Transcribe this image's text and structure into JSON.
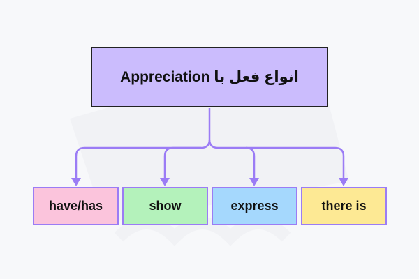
{
  "title": "انواع فعل با Appreciation",
  "children": [
    {
      "label": "have/has",
      "color": "#fbc4dc"
    },
    {
      "label": "show",
      "color": "#b4f2bb"
    },
    {
      "label": "express",
      "color": "#a5d8fd"
    },
    {
      "label": "there is",
      "color": "#fde994"
    }
  ],
  "connector_color": "#9b7cf5"
}
